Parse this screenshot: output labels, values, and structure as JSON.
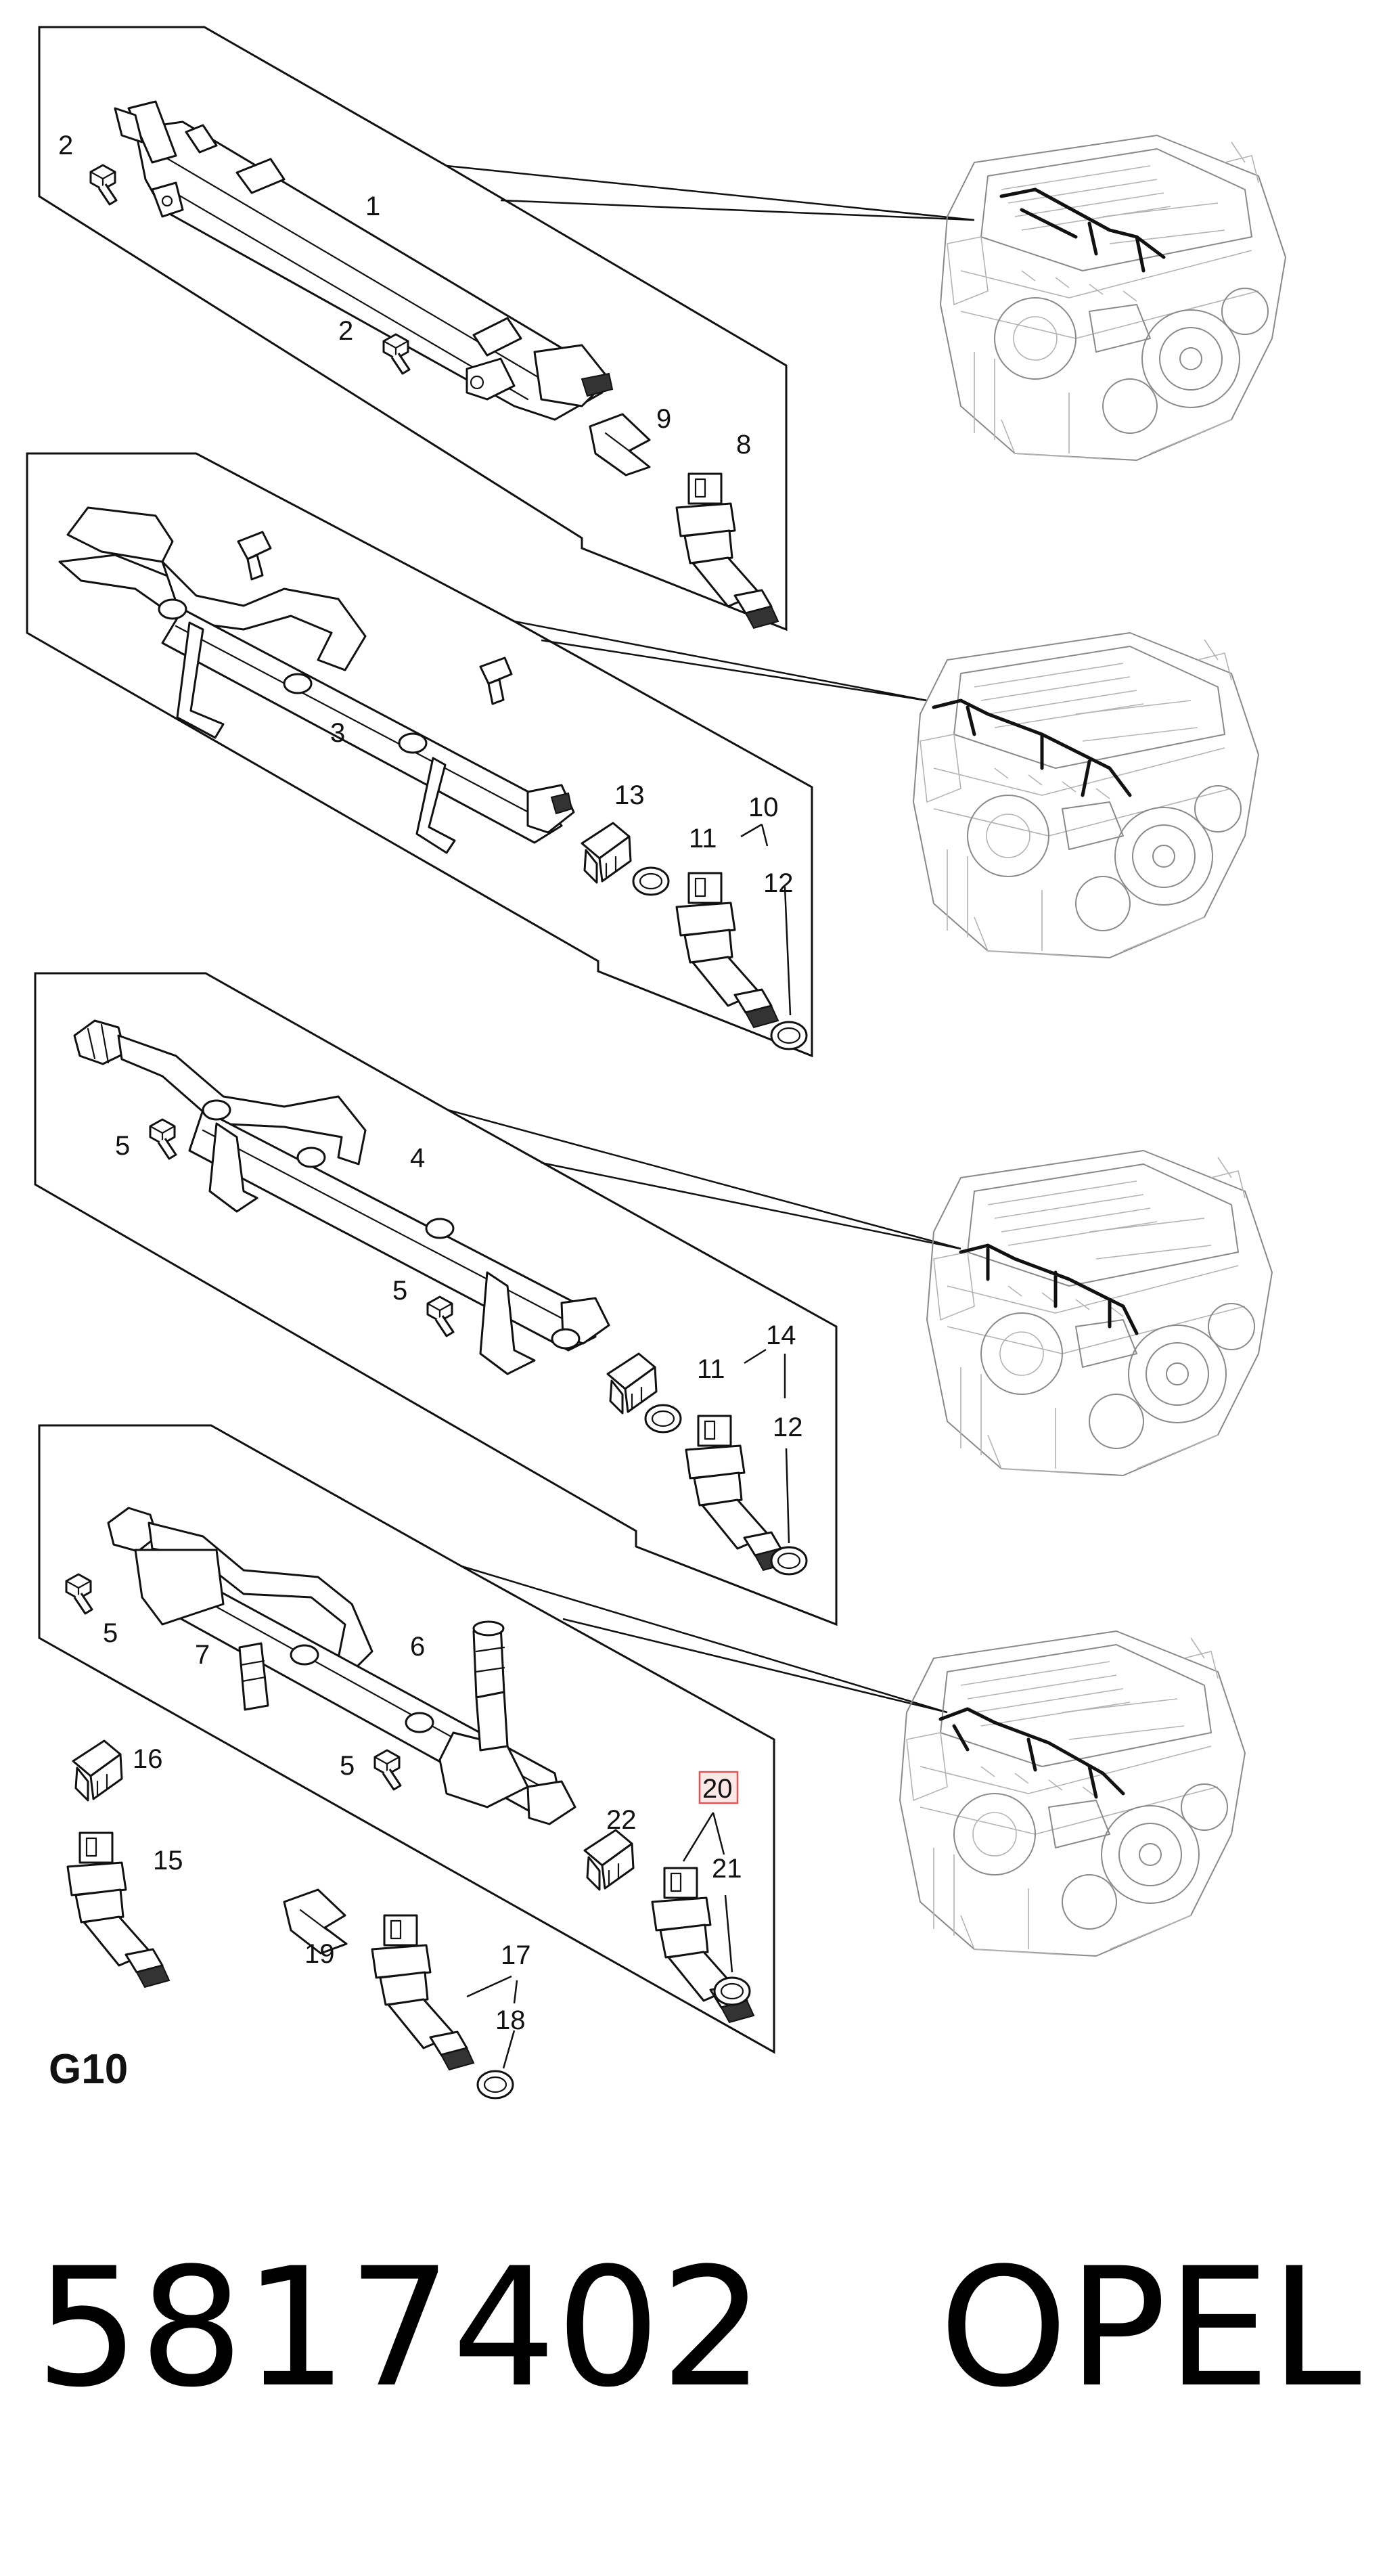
{
  "diagram_code": "G10",
  "part_number": "5817402",
  "brand": "OPEL",
  "highlighted_callout": "20",
  "panel_1": {
    "callout_1": "1",
    "callout_2a": "2",
    "callout_2b": "2",
    "callout_8": "8",
    "callout_9": "9"
  },
  "panel_2": {
    "callout_3": "3",
    "callout_10": "10",
    "callout_11": "11",
    "callout_12": "12",
    "callout_13": "13"
  },
  "panel_3": {
    "callout_4": "4",
    "callout_5a": "5",
    "callout_5b": "5",
    "callout_11": "11",
    "callout_12": "12",
    "callout_14": "14"
  },
  "panel_4": {
    "callout_5a": "5",
    "callout_5b": "5",
    "callout_6": "6",
    "callout_7": "7",
    "callout_15": "15",
    "callout_16": "16",
    "callout_17": "17",
    "callout_18": "18",
    "callout_19": "19",
    "callout_20": "20",
    "callout_21": "21",
    "callout_22": "22"
  }
}
